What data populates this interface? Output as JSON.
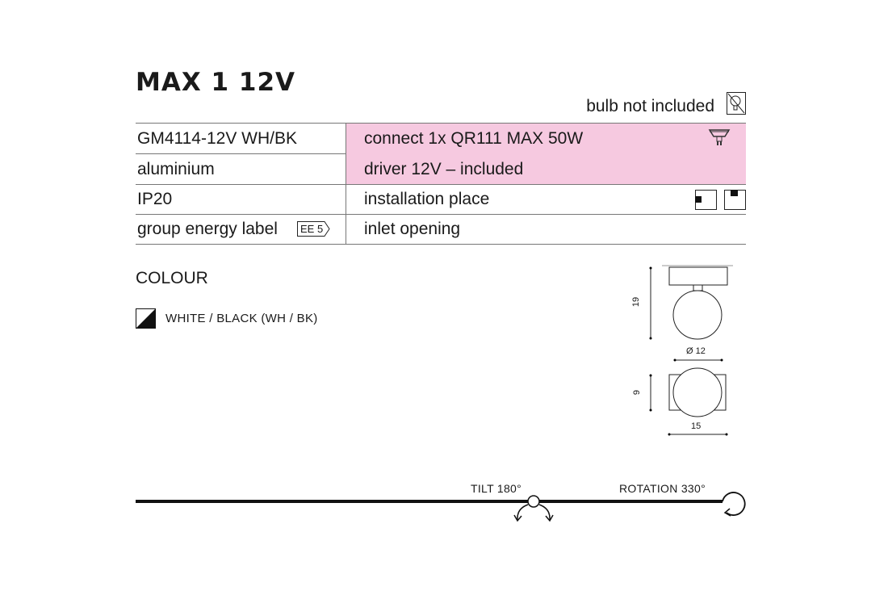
{
  "title": "MAX 1  12V",
  "bulb_note": "bulb not included",
  "specs": {
    "left": [
      "GM4114-12V WH/BK",
      "aluminium",
      "IP20",
      "group energy label"
    ],
    "energy_badge": "EE 5",
    "right": [
      "connect 1x QR111 MAX 50W",
      "driver 12V – included",
      "installation place",
      "inlet opening"
    ]
  },
  "colour": {
    "heading": "COLOUR",
    "value": "WHITE / BLACK (WH / BK)"
  },
  "dimensions": {
    "height": "19",
    "diameter": "Ø 12",
    "depth": "9",
    "width": "15"
  },
  "motion": {
    "tilt": "TILT 180°",
    "rotation": "ROTATION 330°"
  },
  "colors": {
    "highlight": "#f6c9e0"
  }
}
